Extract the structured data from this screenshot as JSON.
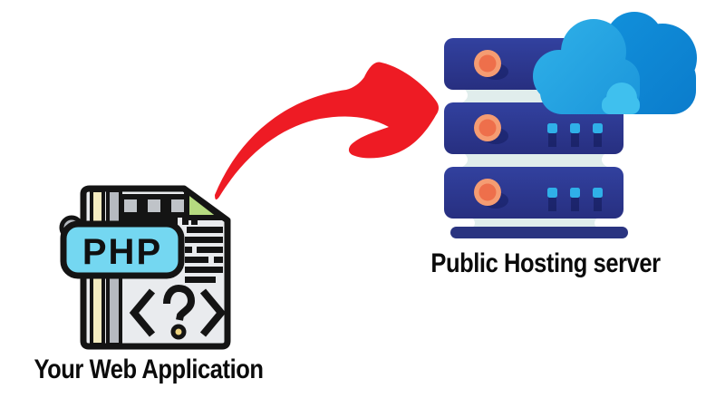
{
  "background_color": "#ffffff",
  "source": {
    "icon": "php-file-icon",
    "badge_text": "PHP",
    "code_symbol": "<?>",
    "label": "Your Web Application"
  },
  "arrow": {
    "icon": "curved-arrow-icon",
    "direction": "left-to-right",
    "color": "#ee1b24"
  },
  "target": {
    "icon": "cloud-hosting-server-icon",
    "label": "Public Hosting server",
    "rack_units": 3,
    "indicators_per_unit": 3
  },
  "colors": {
    "label_text": "#0b0b0b",
    "outline": "#141414",
    "paper": "#e9ebee",
    "fold": "#b5da80",
    "stripe_cream": "#f4ecc0",
    "stripe_gray": "#b6bac0",
    "square_gray": "#bfc3c8",
    "php_badge": "#74d7f1",
    "question_dot": "#ecd27e",
    "server_body_top": "#32419f",
    "server_body_bottom": "#272f80",
    "server_base": "#2a3480",
    "connector": "#e0edec",
    "power_button_outer": "#f59c72",
    "power_button_inner": "#ee6f4b",
    "indicator_light": "#2fb0e8",
    "cloud_front_top": "#2fb0e8",
    "cloud_front_bottom": "#1b95da",
    "cloud_back_top": "#1292dc",
    "cloud_back_bottom": "#0b7ccc",
    "cloud_accent": "#3fc0ee"
  }
}
